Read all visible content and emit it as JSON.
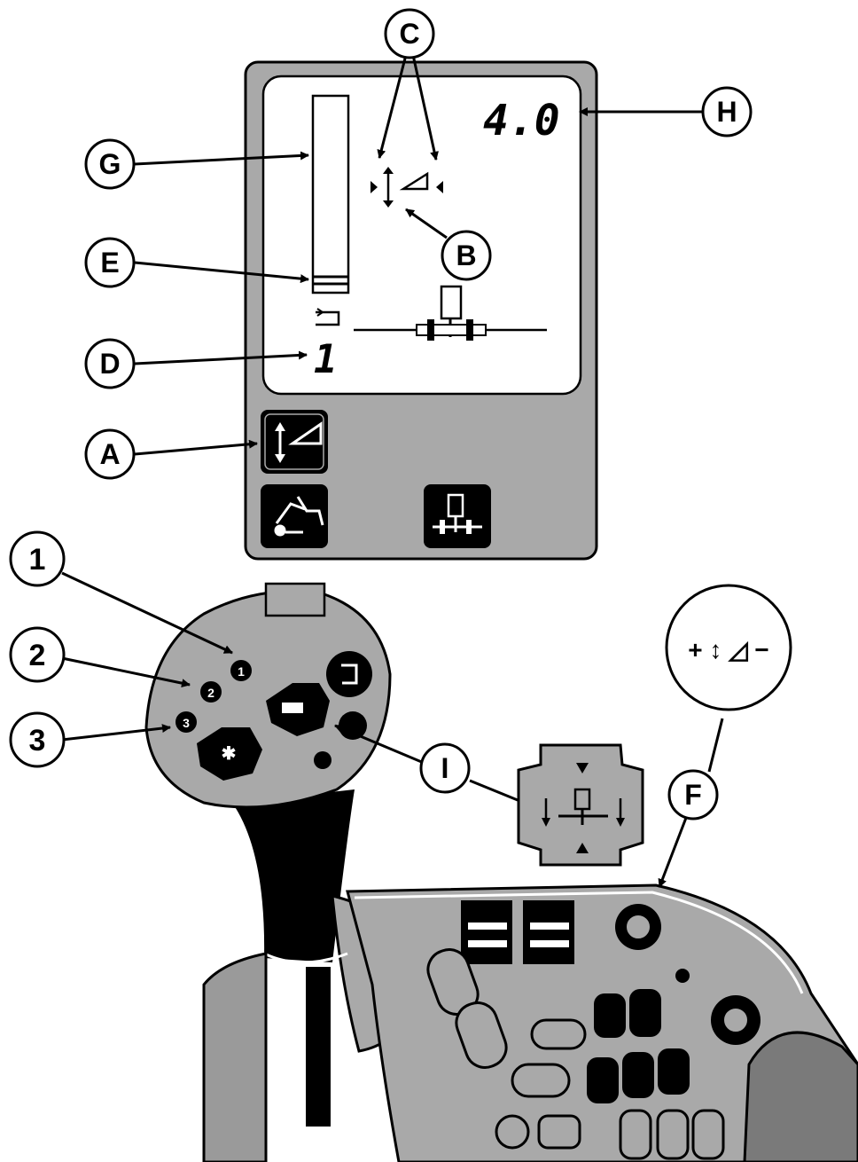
{
  "display": {
    "readout_value": "4.0",
    "position_number": "1"
  },
  "callouts": {
    "A": "A",
    "B": "B",
    "C": "C",
    "D": "D",
    "E": "E",
    "F": "F",
    "G": "G",
    "H": "H",
    "I": "I",
    "n1": "1",
    "n2": "2",
    "n3": "3"
  },
  "joystick": {
    "button1": "1",
    "button2": "2",
    "button3": "3",
    "detail_symbol": "+ ↕ ◿ −"
  },
  "colors": {
    "panel_gray": "#a9a9a9",
    "screen_white": "#ffffff",
    "ink": "#000000",
    "console_gray": "#9a9a9a"
  },
  "icons": [
    "depth-setting-icon",
    "draft-control-icon",
    "hitch-icon",
    "quick-raise-button-icon",
    "hitch-rocker-icon"
  ]
}
